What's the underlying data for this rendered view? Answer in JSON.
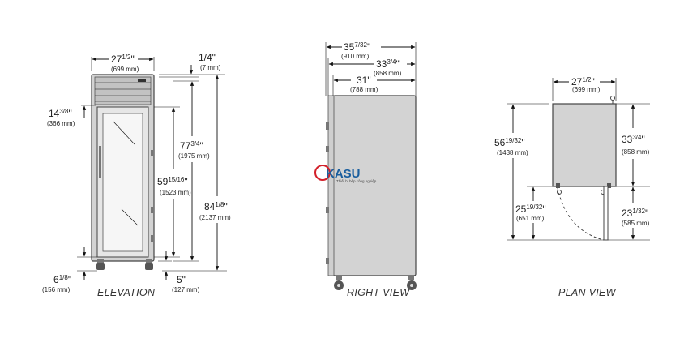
{
  "views": {
    "elevation": {
      "caption": "ELEVATION",
      "width": {
        "main": "27",
        "frac": "1/2",
        "q": "\"",
        "mm": "(699 mm)"
      },
      "top_gap": {
        "main": "1/4\"",
        "mm": "(7 mm)"
      },
      "louver_height": {
        "main": "14",
        "frac": "3/8",
        "q": "\"",
        "mm": "(366 mm)"
      },
      "cabinet_height": {
        "main": "77",
        "frac": "3/4",
        "q": "\"",
        "mm": "(1975 mm)"
      },
      "door_height": {
        "main": "59",
        "frac": "15/16",
        "q": "\"",
        "mm": "(1523 mm)"
      },
      "overall_height": {
        "main": "84",
        "frac": "1/8",
        "q": "\"",
        "mm": "(2137 mm)"
      },
      "floor_to_door": {
        "main": "6",
        "frac": "1/8",
        "q": "\"",
        "mm": "(156 mm)"
      },
      "leg_height": {
        "main": "5\"",
        "mm": "(127 mm)"
      }
    },
    "right": {
      "caption": "RIGHT VIEW",
      "overall_depth": {
        "main": "35",
        "frac": "7/32",
        "q": "\"",
        "mm": "(910 mm)"
      },
      "depth_with_door": {
        "main": "33",
        "frac": "3/4",
        "q": "\"",
        "mm": "(858 mm)"
      },
      "cabinet_depth": {
        "main": "31\"",
        "mm": "(788 mm)"
      }
    },
    "plan": {
      "caption": "PLAN VIEW",
      "width": {
        "main": "27",
        "frac": "1/2",
        "q": "\"",
        "mm": "(699 mm)"
      },
      "total_depth": {
        "main": "56",
        "frac": "19/32",
        "q": "\"",
        "mm": "(1438 mm)"
      },
      "body_depth": {
        "main": "33",
        "frac": "3/4",
        "q": "\"",
        "mm": "(858 mm)"
      },
      "door_swing": {
        "main": "25",
        "frac": "19/32",
        "q": "\"",
        "mm": "(651 mm)"
      },
      "door_clearance": {
        "main": "23",
        "frac": "1/32",
        "q": "\"",
        "mm": "(585 mm)"
      }
    }
  },
  "watermark": {
    "brand": "KASU",
    "tagline": "Thiết bị bếp công nghiệp"
  }
}
